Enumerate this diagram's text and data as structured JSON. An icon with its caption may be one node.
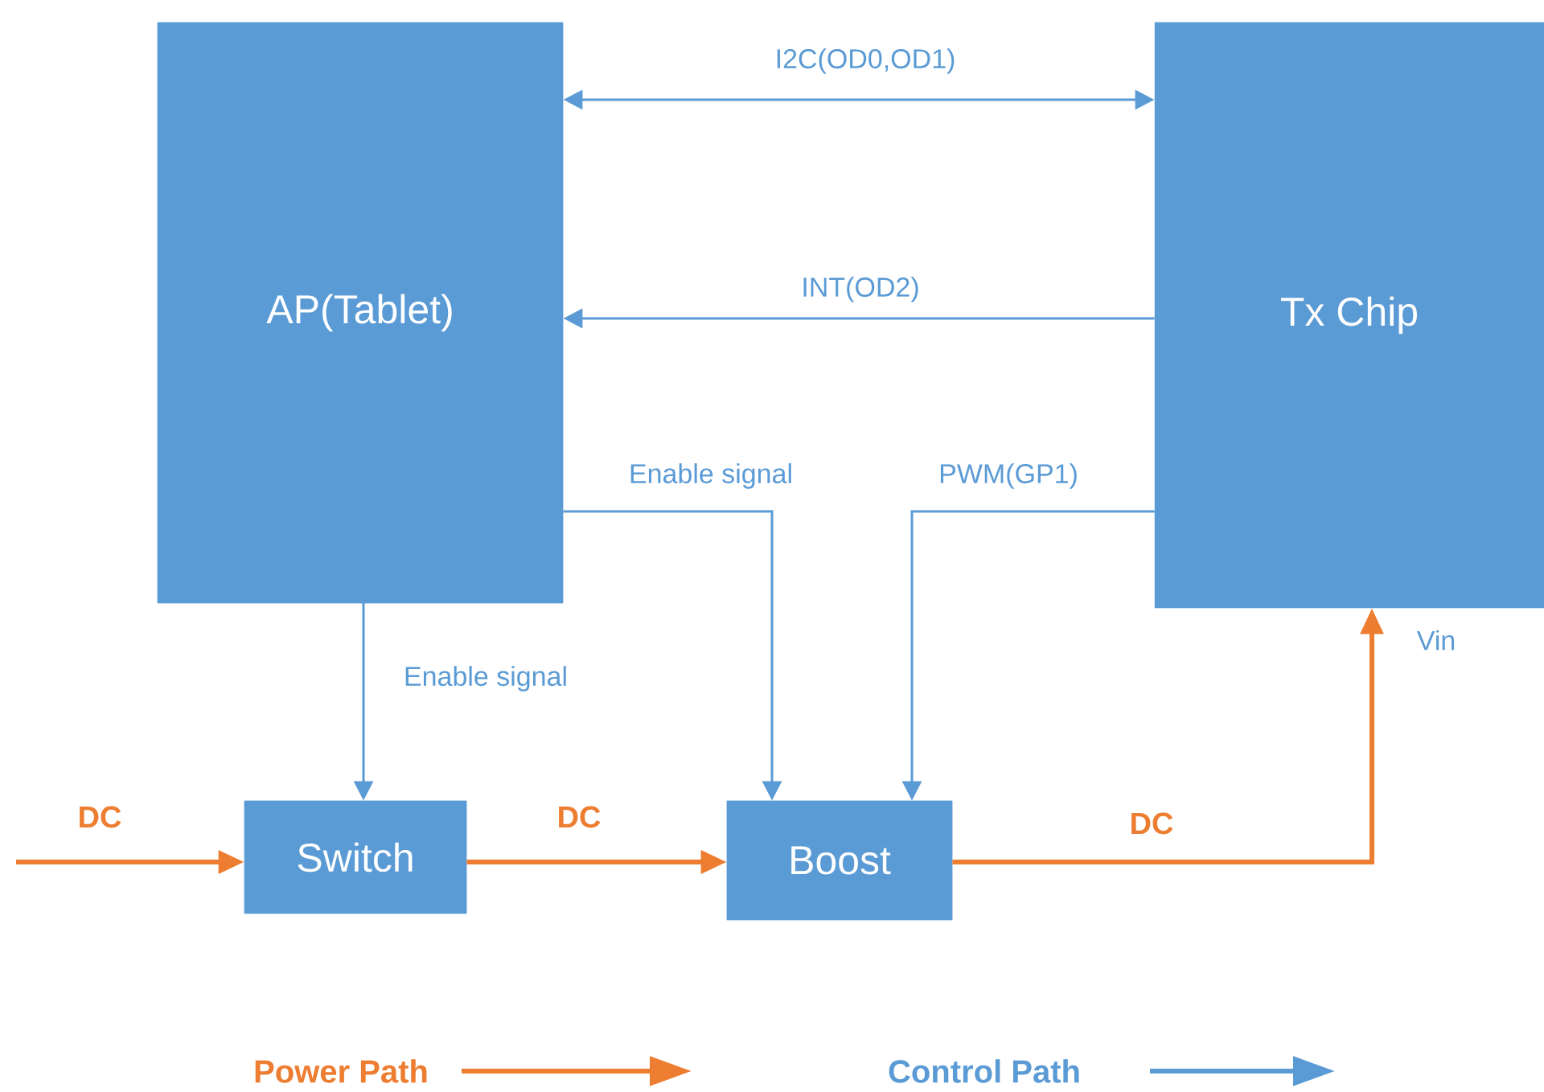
{
  "diagram": {
    "nodes": [
      {
        "text": [
          "AP(Tablet)"
        ]
      },
      {
        "text": [
          "Tx Chip"
        ]
      },
      {
        "text": [
          "Switch"
        ]
      },
      {
        "text": [
          "Boost"
        ]
      }
    ],
    "edges": [
      {
        "from": 0,
        "to": 1,
        "arrow": "both",
        "label": "I2C(OD0,OD1)"
      },
      {
        "from": 1,
        "to": 0,
        "arrow": "to",
        "label": "INT(OD2)"
      },
      {
        "from": 0,
        "to": 3,
        "arrow": "to",
        "label": "Enable signal"
      },
      {
        "from": 1,
        "to": 3,
        "arrow": "to",
        "label": "PWM(GP1)"
      },
      {
        "from": 0,
        "to": 2,
        "arrow": "to",
        "label": "Enable signal"
      },
      {
        "from": null,
        "to": 2,
        "arrow": "to",
        "label": "DC",
        "color": "#ed7d31",
        "style": "thick"
      },
      {
        "from": 2,
        "to": 3,
        "arrow": "to",
        "label": "DC",
        "color": "#ed7d31",
        "style": "thick"
      },
      {
        "from": 3,
        "to": 1,
        "arrow": "to",
        "label": "DC",
        "color": "#ed7d31",
        "style": "thick"
      }
    ],
    "labels": [
      "Vin"
    ],
    "legend": [
      {
        "text": "Power Path"
      },
      {
        "text": "Control Path"
      }
    ]
  }
}
